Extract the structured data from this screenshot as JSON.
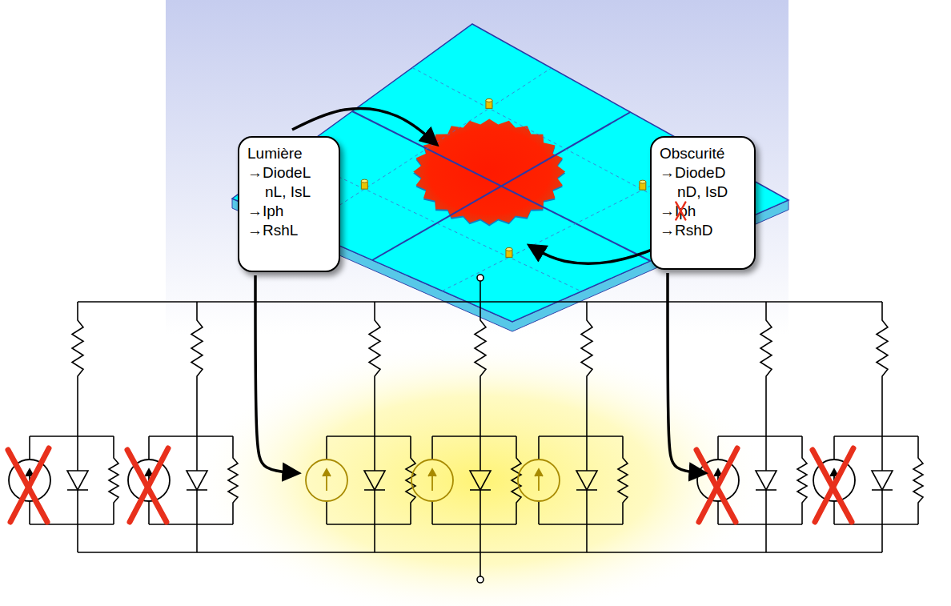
{
  "diagram": {
    "nodes": [
      {
        "text": [
          "Lumière",
          "→DiodeL",
          "nL, IsL",
          "→Iph",
          "→RshL"
        ]
      },
      {
        "text": [
          "Obscurité",
          "→DiodeD",
          "nD, IsD",
          "→Iph",
          "→RshD"
        ]
      }
    ]
  }
}
